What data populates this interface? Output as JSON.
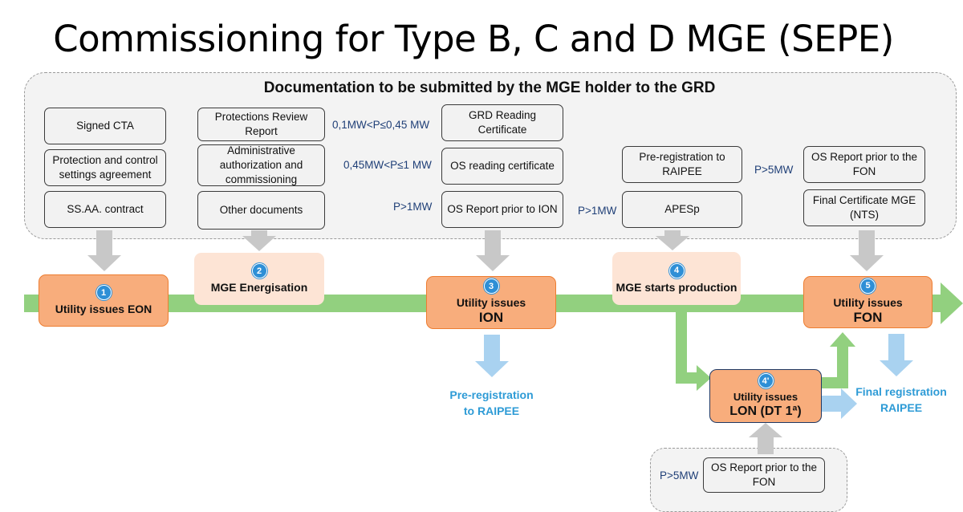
{
  "title": "Commissioning for Type B, C and D MGE (SEPE)",
  "documentation_header": "Documentation to be submitted by the MGE holder to the GRD",
  "documents": {
    "signed_cta": "Signed CTA",
    "protection_settings": "Protection  and control settings agreement",
    "ssaa_contract": "SS.AA. contract",
    "protections_review": "Protections Review Report",
    "admin_authorization": "Administrative authorization and commissioning",
    "other_documents": "Other documents",
    "grd_reading": "GRD  Reading Certificate",
    "os_reading": "OS reading certificate",
    "os_report_ion": "OS Report prior  to ION",
    "pre_registration_raipee": "Pre-registration to RAIPEE",
    "apesp": "APESp",
    "os_report_fon": "OS Report prior to the FON",
    "final_certificate": "Final Certificate MGE (NTS)",
    "os_report_fon_lower": "OS Report prior  to the FON"
  },
  "conditions": {
    "c1": "0,1MW<P≤0,45  MW",
    "c2": "0,45MW<P≤1 MW",
    "c3": "P>1MW",
    "c4": "P>1MW",
    "c5": "P>5MW",
    "c6": "P>5MW"
  },
  "milestones": {
    "m1": {
      "num": "1",
      "label": "Utility issues EON"
    },
    "m2": {
      "num": "2",
      "label": "MGE Energisation"
    },
    "m3": {
      "num": "3",
      "line1": "Utility issues",
      "line2": "ION"
    },
    "m4": {
      "num": "4",
      "label": "MGE starts production"
    },
    "m4b": {
      "num": "4'",
      "line1": "Utility issues",
      "line2": "LON (DT 1ª)"
    },
    "m5": {
      "num": "5",
      "line1": "Utility issues",
      "line2": "FON"
    }
  },
  "outcomes": {
    "pre_registration": "Pre-registration to RAIPEE",
    "final_registration": "Final registration RAIPEE"
  },
  "colors": {
    "flow_arrow": "#92d07f",
    "grey_arrow": "#c8c8c8",
    "blue_arrow": "#a9d2f0",
    "badge": "#2e8fd6",
    "milestone_fill": "#f8ad7c",
    "milestone_light": "#fde4d5",
    "outcome_text": "#2e9bd6",
    "condition_text": "#1f3f77"
  }
}
